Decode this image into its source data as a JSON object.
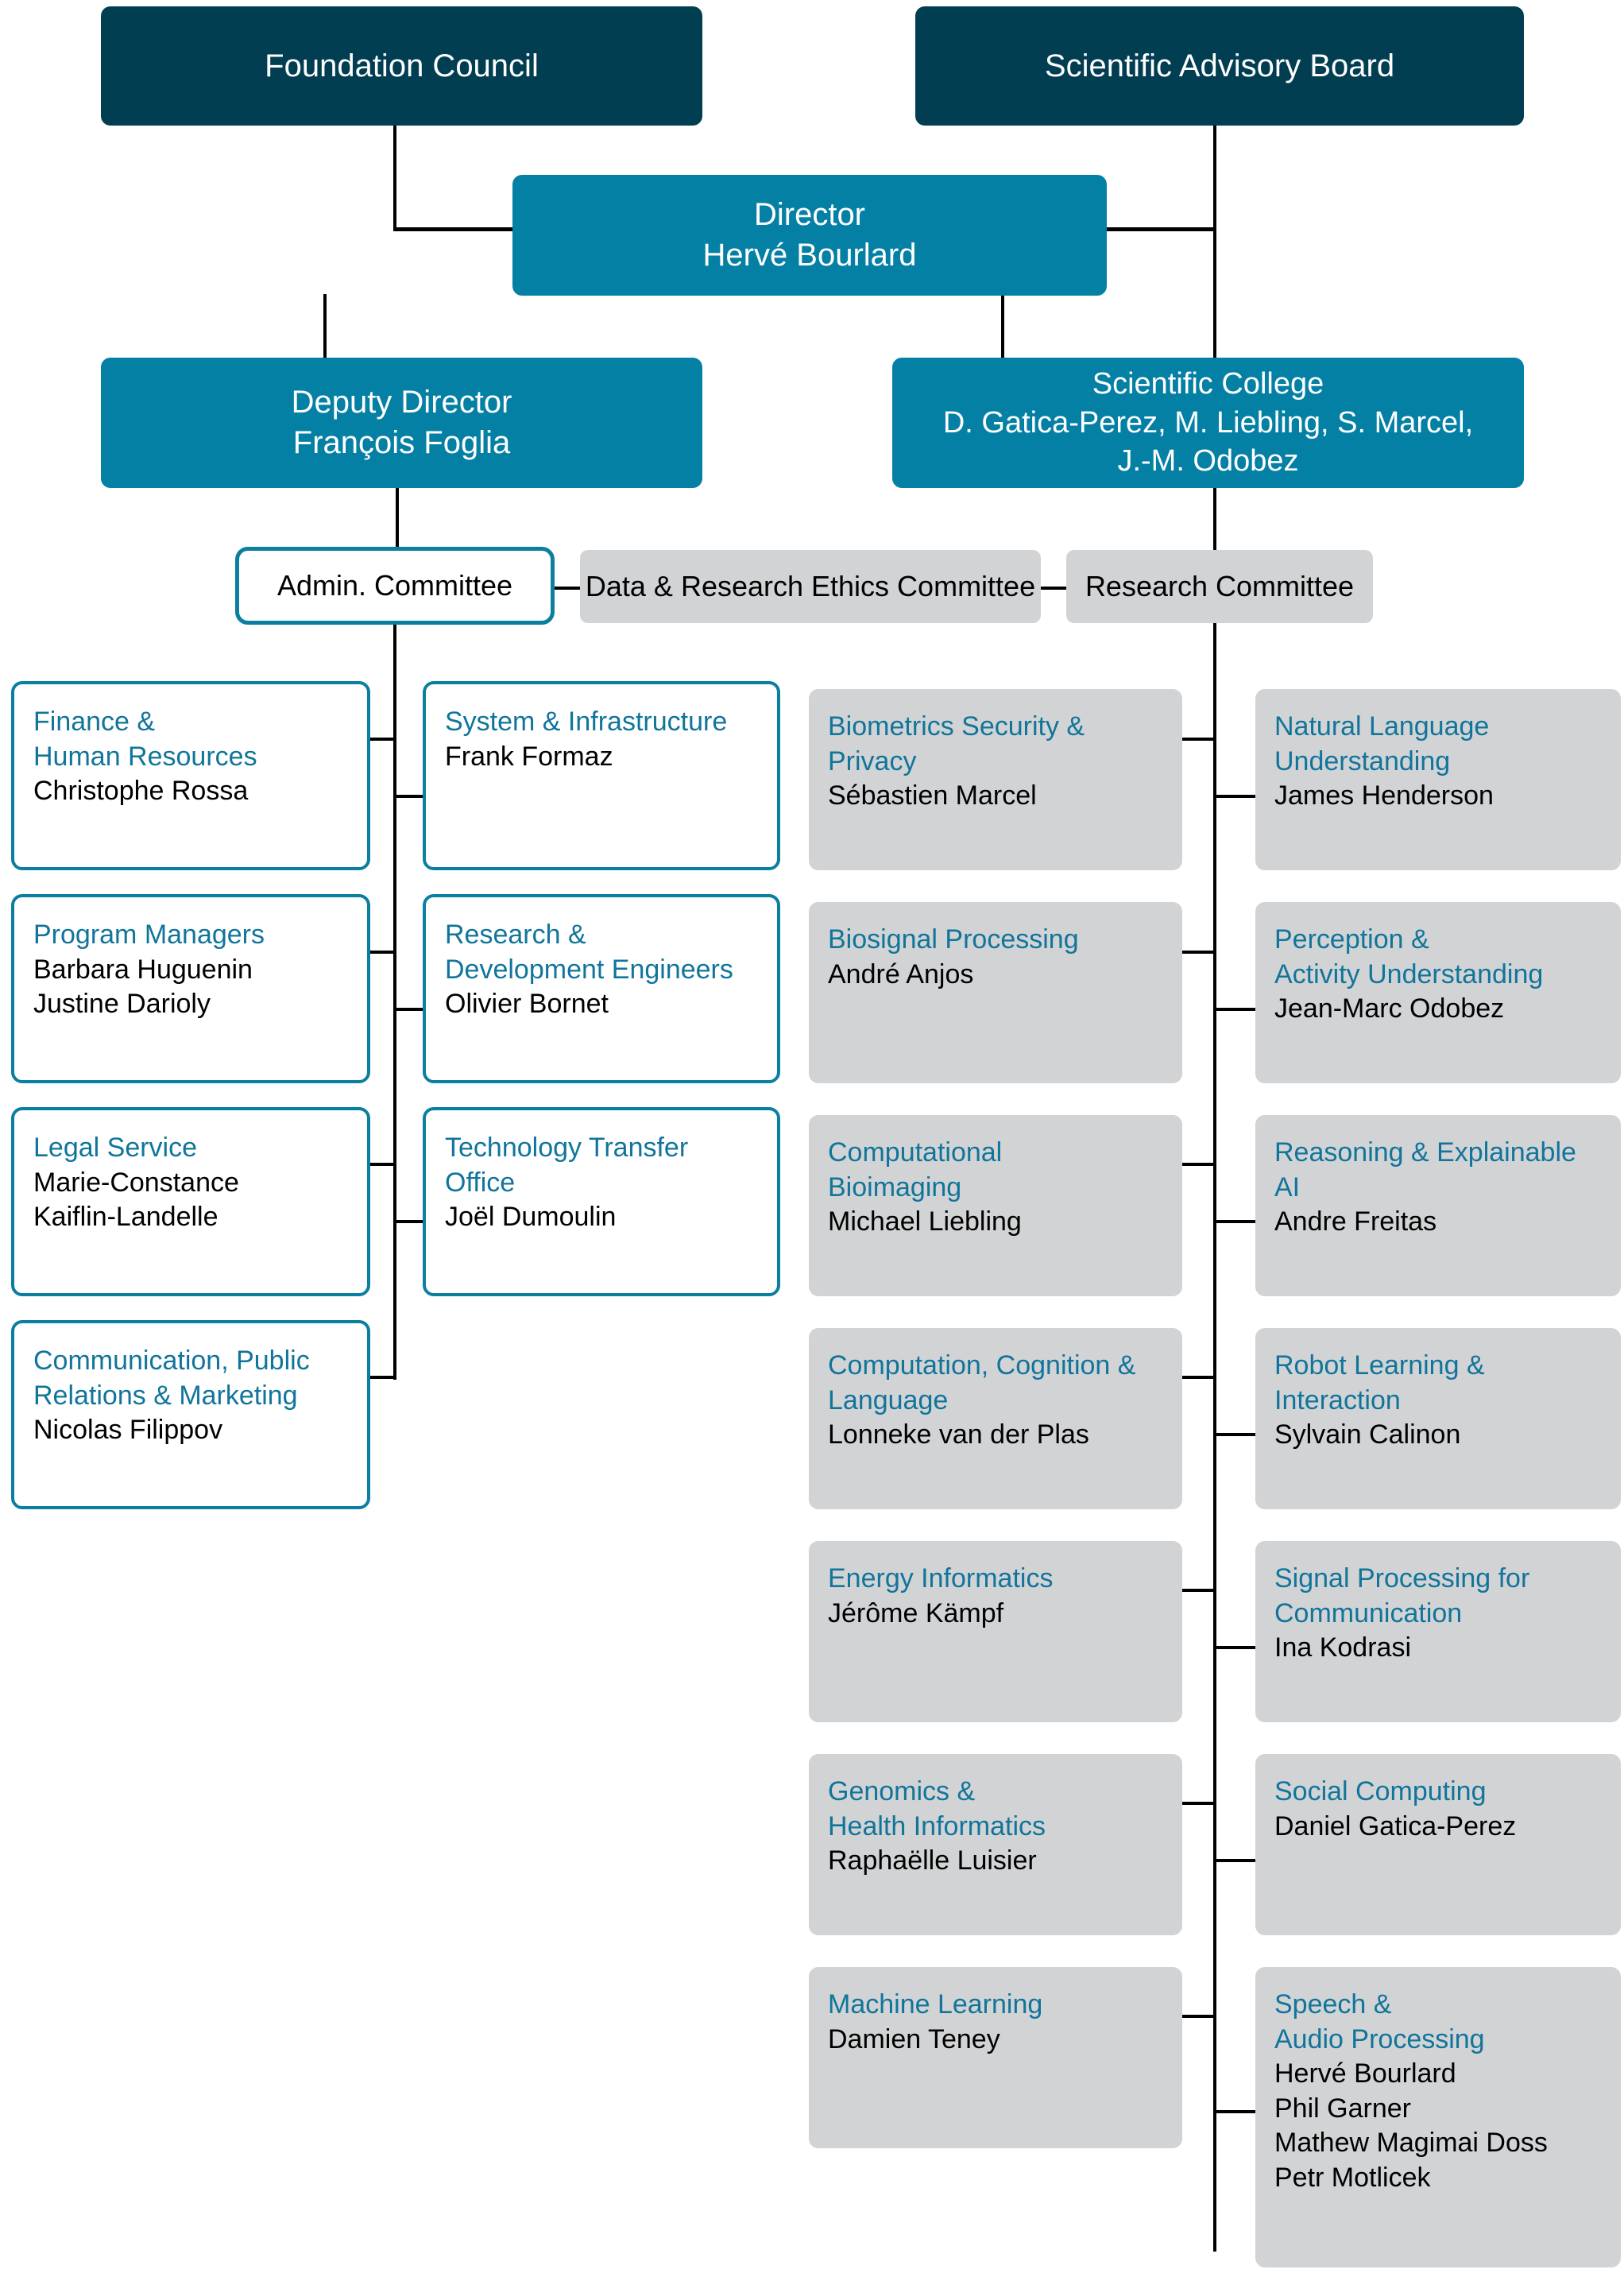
{
  "governance": {
    "foundation_council": "Foundation Council",
    "scientific_advisory_board": "Scientific Advisory Board",
    "director": {
      "role": "Director",
      "name": "Hervé Bourlard"
    },
    "deputy_director": {
      "role": "Deputy Director",
      "name": "François Foglia"
    },
    "scientific_college": {
      "role": "Scientific College",
      "members_line1": "D. Gatica-Perez, M. Liebling, S. Marcel,",
      "members_line2": "J.-M. Odobez"
    }
  },
  "committees": {
    "admin": "Admin. Committee",
    "data_ethics": "Data & Research Ethics Committee",
    "research": "Research Committee"
  },
  "admin_units_col1": [
    {
      "title_line1": "Finance &",
      "title_line2": "Human Resources",
      "people": [
        "Christophe Rossa"
      ]
    },
    {
      "title_line1": "Program Managers",
      "title_line2": "",
      "people": [
        "Barbara Huguenin",
        "Justine Darioly"
      ]
    },
    {
      "title_line1": "Legal Service",
      "title_line2": "",
      "people": [
        "Marie-Constance",
        "Kaiflin-Landelle"
      ]
    },
    {
      "title_line1": "Communication, Public",
      "title_line2": "Relations & Marketing",
      "people": [
        "Nicolas Filippov"
      ]
    }
  ],
  "admin_units_col2": [
    {
      "title_line1": "System & Infrastructure",
      "title_line2": "",
      "people": [
        "Frank Formaz"
      ]
    },
    {
      "title_line1": "Research &",
      "title_line2": "Development Engineers",
      "people": [
        "Olivier Bornet"
      ]
    },
    {
      "title_line1": "Technology Transfer",
      "title_line2": "Office",
      "people": [
        "Joël Dumoulin"
      ]
    }
  ],
  "research_groups_col1": [
    {
      "title_line1": "Biometrics Security &",
      "title_line2": "Privacy",
      "people": [
        "Sébastien Marcel"
      ]
    },
    {
      "title_line1": "Biosignal Processing",
      "title_line2": "",
      "people": [
        "André Anjos"
      ]
    },
    {
      "title_line1": "Computational",
      "title_line2": "Bioimaging",
      "people": [
        "Michael Liebling"
      ]
    },
    {
      "title_line1": "Computation, Cognition &",
      "title_line2": "Language",
      "people": [
        "Lonneke van der Plas"
      ]
    },
    {
      "title_line1": "Energy Informatics",
      "title_line2": "",
      "people": [
        "Jérôme Kämpf"
      ]
    },
    {
      "title_line1": "Genomics &",
      "title_line2": "Health Informatics",
      "people": [
        "Raphaëlle Luisier"
      ]
    },
    {
      "title_line1": "Machine Learning",
      "title_line2": "",
      "people": [
        "Damien Teney"
      ]
    }
  ],
  "research_groups_col2": [
    {
      "title_line1": "Natural Language",
      "title_line2": "Understanding",
      "people": [
        "James Henderson"
      ]
    },
    {
      "title_line1": "Perception &",
      "title_line2": "Activity Understanding",
      "people": [
        "Jean-Marc Odobez"
      ]
    },
    {
      "title_line1": "Reasoning & Explainable AI",
      "title_line2": "",
      "people": [
        "Andre Freitas"
      ]
    },
    {
      "title_line1": "Robot Learning &",
      "title_line2": "Interaction",
      "people": [
        "Sylvain Calinon"
      ]
    },
    {
      "title_line1": "Signal Processing for",
      "title_line2": "Communication",
      "people": [
        "Ina Kodrasi"
      ]
    },
    {
      "title_line1": "Social Computing",
      "title_line2": "",
      "people": [
        "Daniel Gatica-Perez"
      ]
    },
    {
      "title_line1": "Speech &",
      "title_line2": "Audio Processing",
      "people": [
        "Hervé Bourlard",
        "Phil Garner",
        "Mathew Magimai Doss",
        "Petr Motlicek"
      ]
    }
  ],
  "colors": {
    "dark_navy": "#023e52",
    "teal_fill": "#0580a5",
    "teal_border": "#0b7fa0",
    "title_teal": "#11759b",
    "gray_fill": "#d2d3d5",
    "line_black": "#000000"
  }
}
